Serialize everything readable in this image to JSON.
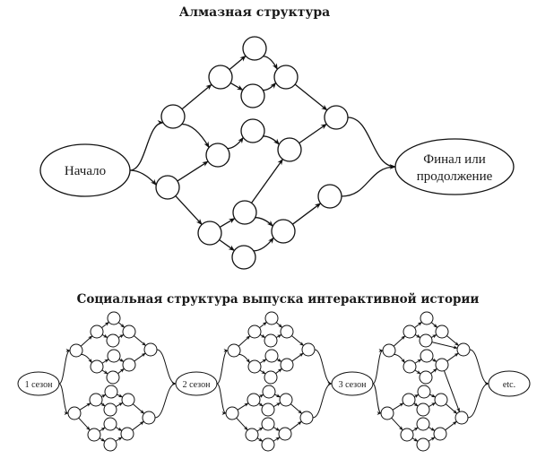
{
  "diamond": {
    "title": "Алмазная структура",
    "start_label": "Начало",
    "end_label_line1": "Финал или",
    "end_label_line2": "продолжение",
    "choice_node_count": 15
  },
  "social": {
    "title": "Социальная структура выпуска интерактивной истории",
    "seasons": [
      {
        "label": "1 сезон"
      },
      {
        "label": "2 сезон"
      },
      {
        "label": "3 сезон"
      }
    ],
    "continuation_label": "etc."
  },
  "colors": {
    "stroke": "#111111",
    "background": "#ffffff",
    "text": "#1a1a1a"
  }
}
